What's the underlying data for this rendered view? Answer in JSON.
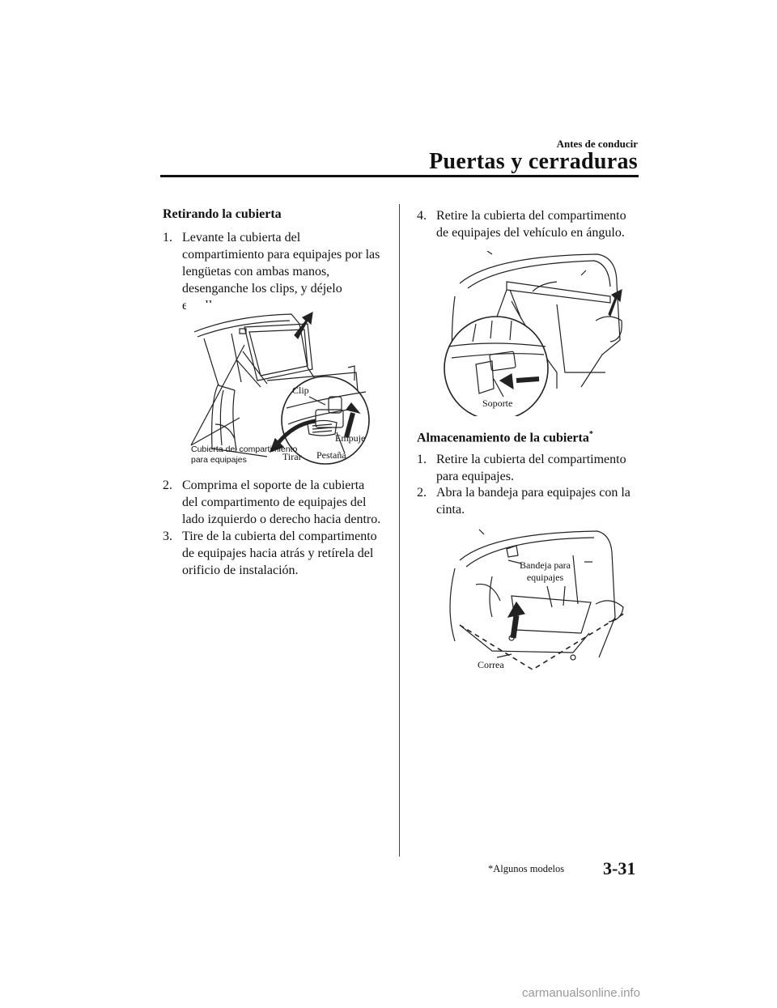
{
  "header": {
    "chapter": "Antes de conducir",
    "section": "Puertas y cerraduras"
  },
  "left": {
    "heading": "Retirando la cubierta",
    "step1": {
      "num": "1.",
      "text": "Levante la cubierta del compartimiento para equipajes por las lengüetas con ambas manos, desenganche los clips, y déjelo enrollar."
    },
    "fig1": {
      "clip": "Clip",
      "empuje": "Empuje",
      "tirar": "Tirar",
      "pestana": "Pestaña",
      "cubierta_line1": "Cubierta del compartimiento",
      "cubierta_line2": "para equipajes"
    },
    "step2": {
      "num": "2.",
      "text": "Comprima el soporte de la cubierta del compartimento de equipajes del lado izquierdo o derecho hacia dentro."
    },
    "step3": {
      "num": "3.",
      "text": "Tire de la cubierta del compartimento de equipajes hacia atrás y retírela del orificio de instalación."
    }
  },
  "right": {
    "step4": {
      "num": "4.",
      "text": "Retire la cubierta del compartimento de equipajes del vehículo en ángulo."
    },
    "fig2": {
      "soporte": "Soporte"
    },
    "heading": "Almacenamiento de la cubierta",
    "heading_mark": "*",
    "step1": {
      "num": "1.",
      "text": "Retire la cubierta del compartimento para equipajes."
    },
    "step2": {
      "num": "2.",
      "text": "Abra la bandeja para equipajes con la cinta."
    },
    "fig3": {
      "bandeja_line1": "Bandeja para",
      "bandeja_line2": "equipajes",
      "correa": "Correa"
    }
  },
  "footer": {
    "footnote": "*Algunos modelos",
    "page": "3-31",
    "watermark": "carmanualsonline.info"
  }
}
